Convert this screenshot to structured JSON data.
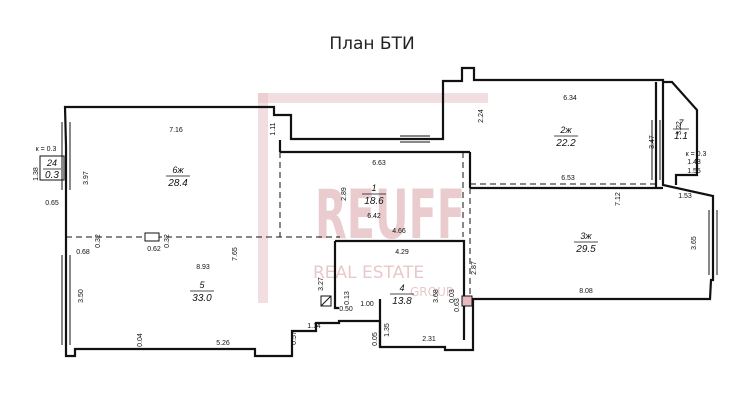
{
  "title": "План БТИ",
  "watermark": {
    "brand": "REUFF",
    "line1": "REAL ESTATE",
    "line2": "GROUP",
    "color": "#d9a4a8"
  },
  "rooms": [
    {
      "id": "6ж",
      "area": "28.4"
    },
    {
      "id": "1",
      "area": "18.6"
    },
    {
      "id": "2ж",
      "area": "22.2"
    },
    {
      "id": "3ж",
      "area": "29.5"
    },
    {
      "id": "4",
      "area": "13.8"
    },
    {
      "id": "5",
      "area": "33.0"
    },
    {
      "id": "7",
      "area": "1.1"
    },
    {
      "id": "24",
      "area": "0.3"
    }
  ],
  "dimensions": {
    "r6_top": "7.16",
    "r6_side": "3.97",
    "r6_div": "1.11",
    "r1_a": "6.63",
    "r1_b": "6.42",
    "r1_c": "2.89",
    "r1_d": "4.66",
    "r2_top": "6.34",
    "r2_side": "2.24",
    "r2_right": "3.47",
    "r7_a": "3.22",
    "k_right": "к = 0.3",
    "d143": "1.43",
    "d155": "1.55",
    "r3_top": "6.53",
    "r3_side": "7.12",
    "r3_right": "3.65",
    "r3_bot": "8.08",
    "d153": "1.53",
    "k_left": "к = 0.3",
    "d138": "1.38",
    "d065": "0.65",
    "d068": "0.68",
    "d032a": "0.32",
    "d062": "0.62",
    "d032b": "0.32",
    "r5_a": "8.93",
    "r5_b": "7.65",
    "r5_side": "3.50",
    "r5_bot": "5.26",
    "d004": "0.04",
    "d057": "0.57",
    "d114": "1.14",
    "d327": "3.27",
    "d050": "0.50",
    "d013": "0.13",
    "d100": "1.00",
    "d135": "1.35",
    "d005": "0.05",
    "d231": "2.31",
    "r4_top": "4.29",
    "r4_side": "3.68",
    "d287": "2.87",
    "d003": "0.03",
    "d063": "0.63"
  }
}
